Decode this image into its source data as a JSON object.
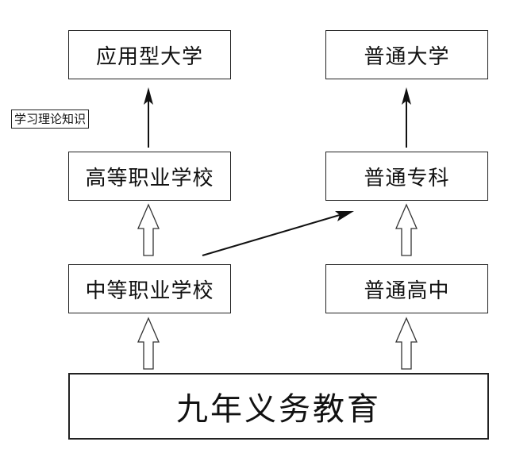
{
  "nodes": {
    "applied_university": "应用型大学",
    "general_university": "普通大学",
    "higher_vocational": "高等职业学校",
    "general_junior_college": "普通专科",
    "secondary_vocational": "中等职业学校",
    "general_high_school": "普通高中",
    "compulsory_education": "九年义务教育"
  },
  "edge_labels": {
    "theory_knowledge": "学习理论知识"
  }
}
